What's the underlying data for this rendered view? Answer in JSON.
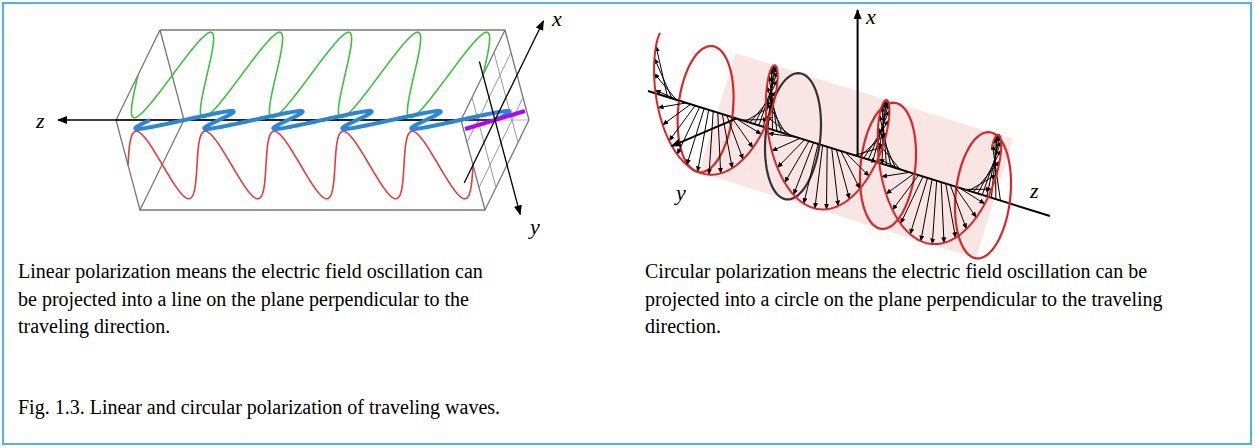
{
  "diagram": {
    "caption": "Fig. 1.3. Linear and circular polarization of traveling waves.",
    "labels": [
      "x",
      "z",
      "y",
      "x",
      "y",
      "z",
      "Linear polarization means the electric field oscillation can be projected into a line on the plane perpendicular to the traveling direction.",
      "Circular polarization means the electric field oscillation can be projected into a circle on the plane perpendicular to the traveling direction."
    ]
  }
}
